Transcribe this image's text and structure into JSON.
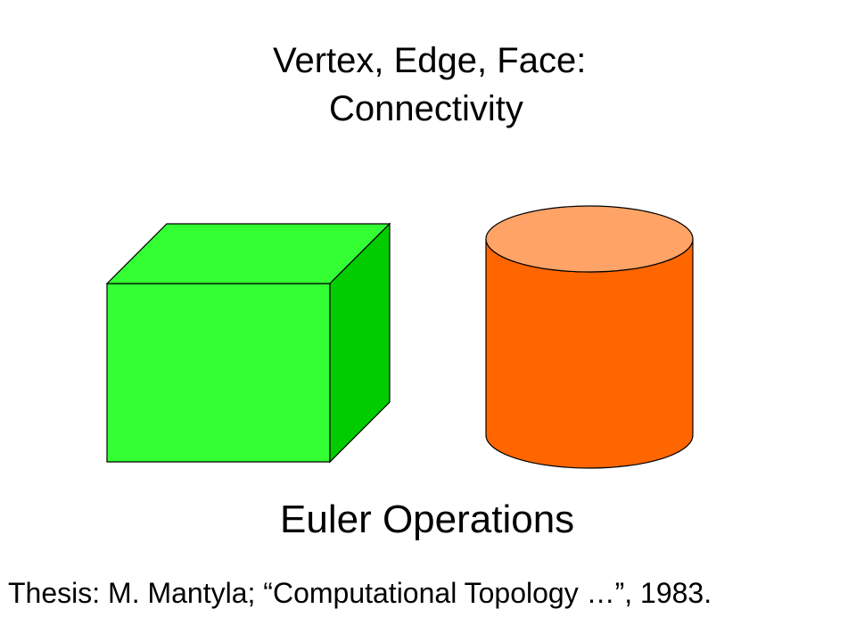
{
  "slide": {
    "title_line_1": "Vertex, Edge, Face:",
    "title_line_2": "Connectivity",
    "subtitle": "Euler Operations",
    "citation": "Thesis: M. Mantyla; “Computational Topology …”, 1983."
  },
  "shapes": {
    "cube": {
      "icon": "cube-icon",
      "front_color": "#33FF33",
      "top_color": "#33FF33",
      "side_color": "#00CC00",
      "edge_color": "#000000"
    },
    "cylinder": {
      "icon": "cylinder-icon",
      "body_color": "#FF6600",
      "top_color": "#FFA366",
      "edge_color": "#000000"
    }
  }
}
